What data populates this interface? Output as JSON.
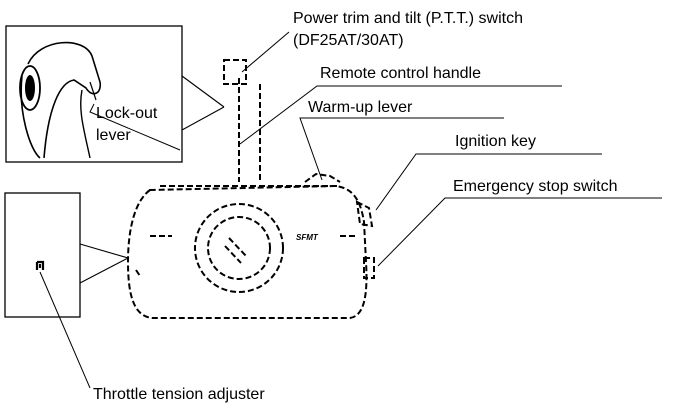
{
  "labels": {
    "ptt_line1": "Power trim and tilt (P.T.T.) switch",
    "ptt_line2": "(DF25AT/30AT)",
    "remote_control_handle": "Remote control handle",
    "warm_up_lever": "Warm-up lever",
    "ignition_key": "Ignition key",
    "emergency_stop_switch": "Emergency stop switch",
    "lock_out_line1": "Lock-out",
    "lock_out_line2": "lever",
    "throttle_tension_adjuster": "Throttle tension adjuster",
    "brand_mark": "SFMT"
  }
}
